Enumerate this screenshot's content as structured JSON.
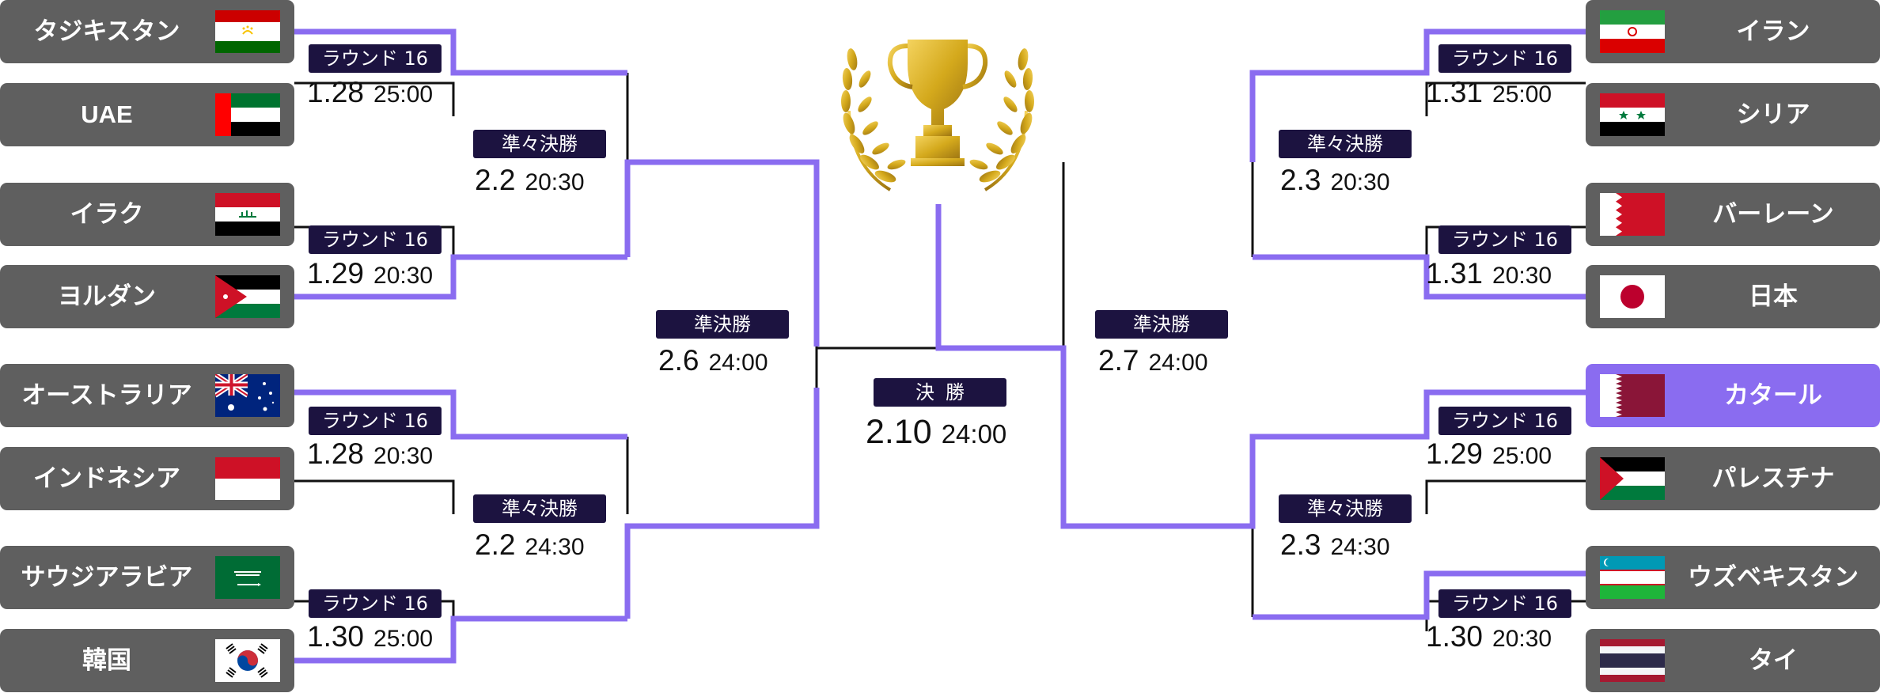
{
  "colors": {
    "team_bg": "#5f5f5f",
    "winner_bg": "#8a6cf0",
    "path_line": "#8a6cf0",
    "bracket_line": "#111111",
    "badge_bg": "#1c1340",
    "trophy": "#d4a91c"
  },
  "left_teams": [
    {
      "name": "タジキスタン",
      "flag": "tajikistan-flag",
      "highlight": false
    },
    {
      "name": "UAE",
      "flag": "uae-flag",
      "highlight": false
    },
    {
      "name": "イラク",
      "flag": "iraq-flag",
      "highlight": false
    },
    {
      "name": "ヨルダン",
      "flag": "jordan-flag",
      "highlight": false
    },
    {
      "name": "オーストラリア",
      "flag": "australia-flag",
      "highlight": false
    },
    {
      "name": "インドネシア",
      "flag": "indonesia-flag",
      "highlight": false
    },
    {
      "name": "サウジアラビア",
      "flag": "saudi-arabia-flag",
      "highlight": false
    },
    {
      "name": "韓国",
      "flag": "korea-flag",
      "highlight": false
    }
  ],
  "right_teams": [
    {
      "name": "イラン",
      "flag": "iran-flag",
      "highlight": false
    },
    {
      "name": "シリア",
      "flag": "syria-flag",
      "highlight": false
    },
    {
      "name": "バーレーン",
      "flag": "bahrain-flag",
      "highlight": false
    },
    {
      "name": "日本",
      "flag": "japan-flag",
      "highlight": false
    },
    {
      "name": "カタール",
      "flag": "qatar-flag",
      "highlight": true
    },
    {
      "name": "パレスチナ",
      "flag": "palestine-flag",
      "highlight": false
    },
    {
      "name": "ウズベキスタン",
      "flag": "uzbekistan-flag",
      "highlight": false
    },
    {
      "name": "タイ",
      "flag": "thailand-flag",
      "highlight": false
    }
  ],
  "rounds": {
    "r16_label": "ラウンド 16",
    "qf_label": "準々決勝",
    "sf_label": "準決勝",
    "final_label": "決勝"
  },
  "matches": {
    "r16_left": [
      {
        "date": "1.28",
        "time": "25:00"
      },
      {
        "date": "1.29",
        "time": "20:30"
      },
      {
        "date": "1.28",
        "time": "20:30"
      },
      {
        "date": "1.30",
        "time": "25:00"
      }
    ],
    "r16_right": [
      {
        "date": "1.31",
        "time": "25:00"
      },
      {
        "date": "1.31",
        "time": "20:30"
      },
      {
        "date": "1.29",
        "time": "25:00"
      },
      {
        "date": "1.30",
        "time": "20:30"
      }
    ],
    "qf_left": [
      {
        "date": "2.2",
        "time": "20:30"
      },
      {
        "date": "2.2",
        "time": "24:30"
      }
    ],
    "qf_right": [
      {
        "date": "2.3",
        "time": "20:30"
      },
      {
        "date": "2.3",
        "time": "24:30"
      }
    ],
    "sf_left": {
      "date": "2.6",
      "time": "24:00"
    },
    "sf_right": {
      "date": "2.7",
      "time": "24:00"
    },
    "final": {
      "date": "2.10",
      "time": "24:00"
    }
  },
  "trophy_icon": "trophy-with-laurel-icon"
}
